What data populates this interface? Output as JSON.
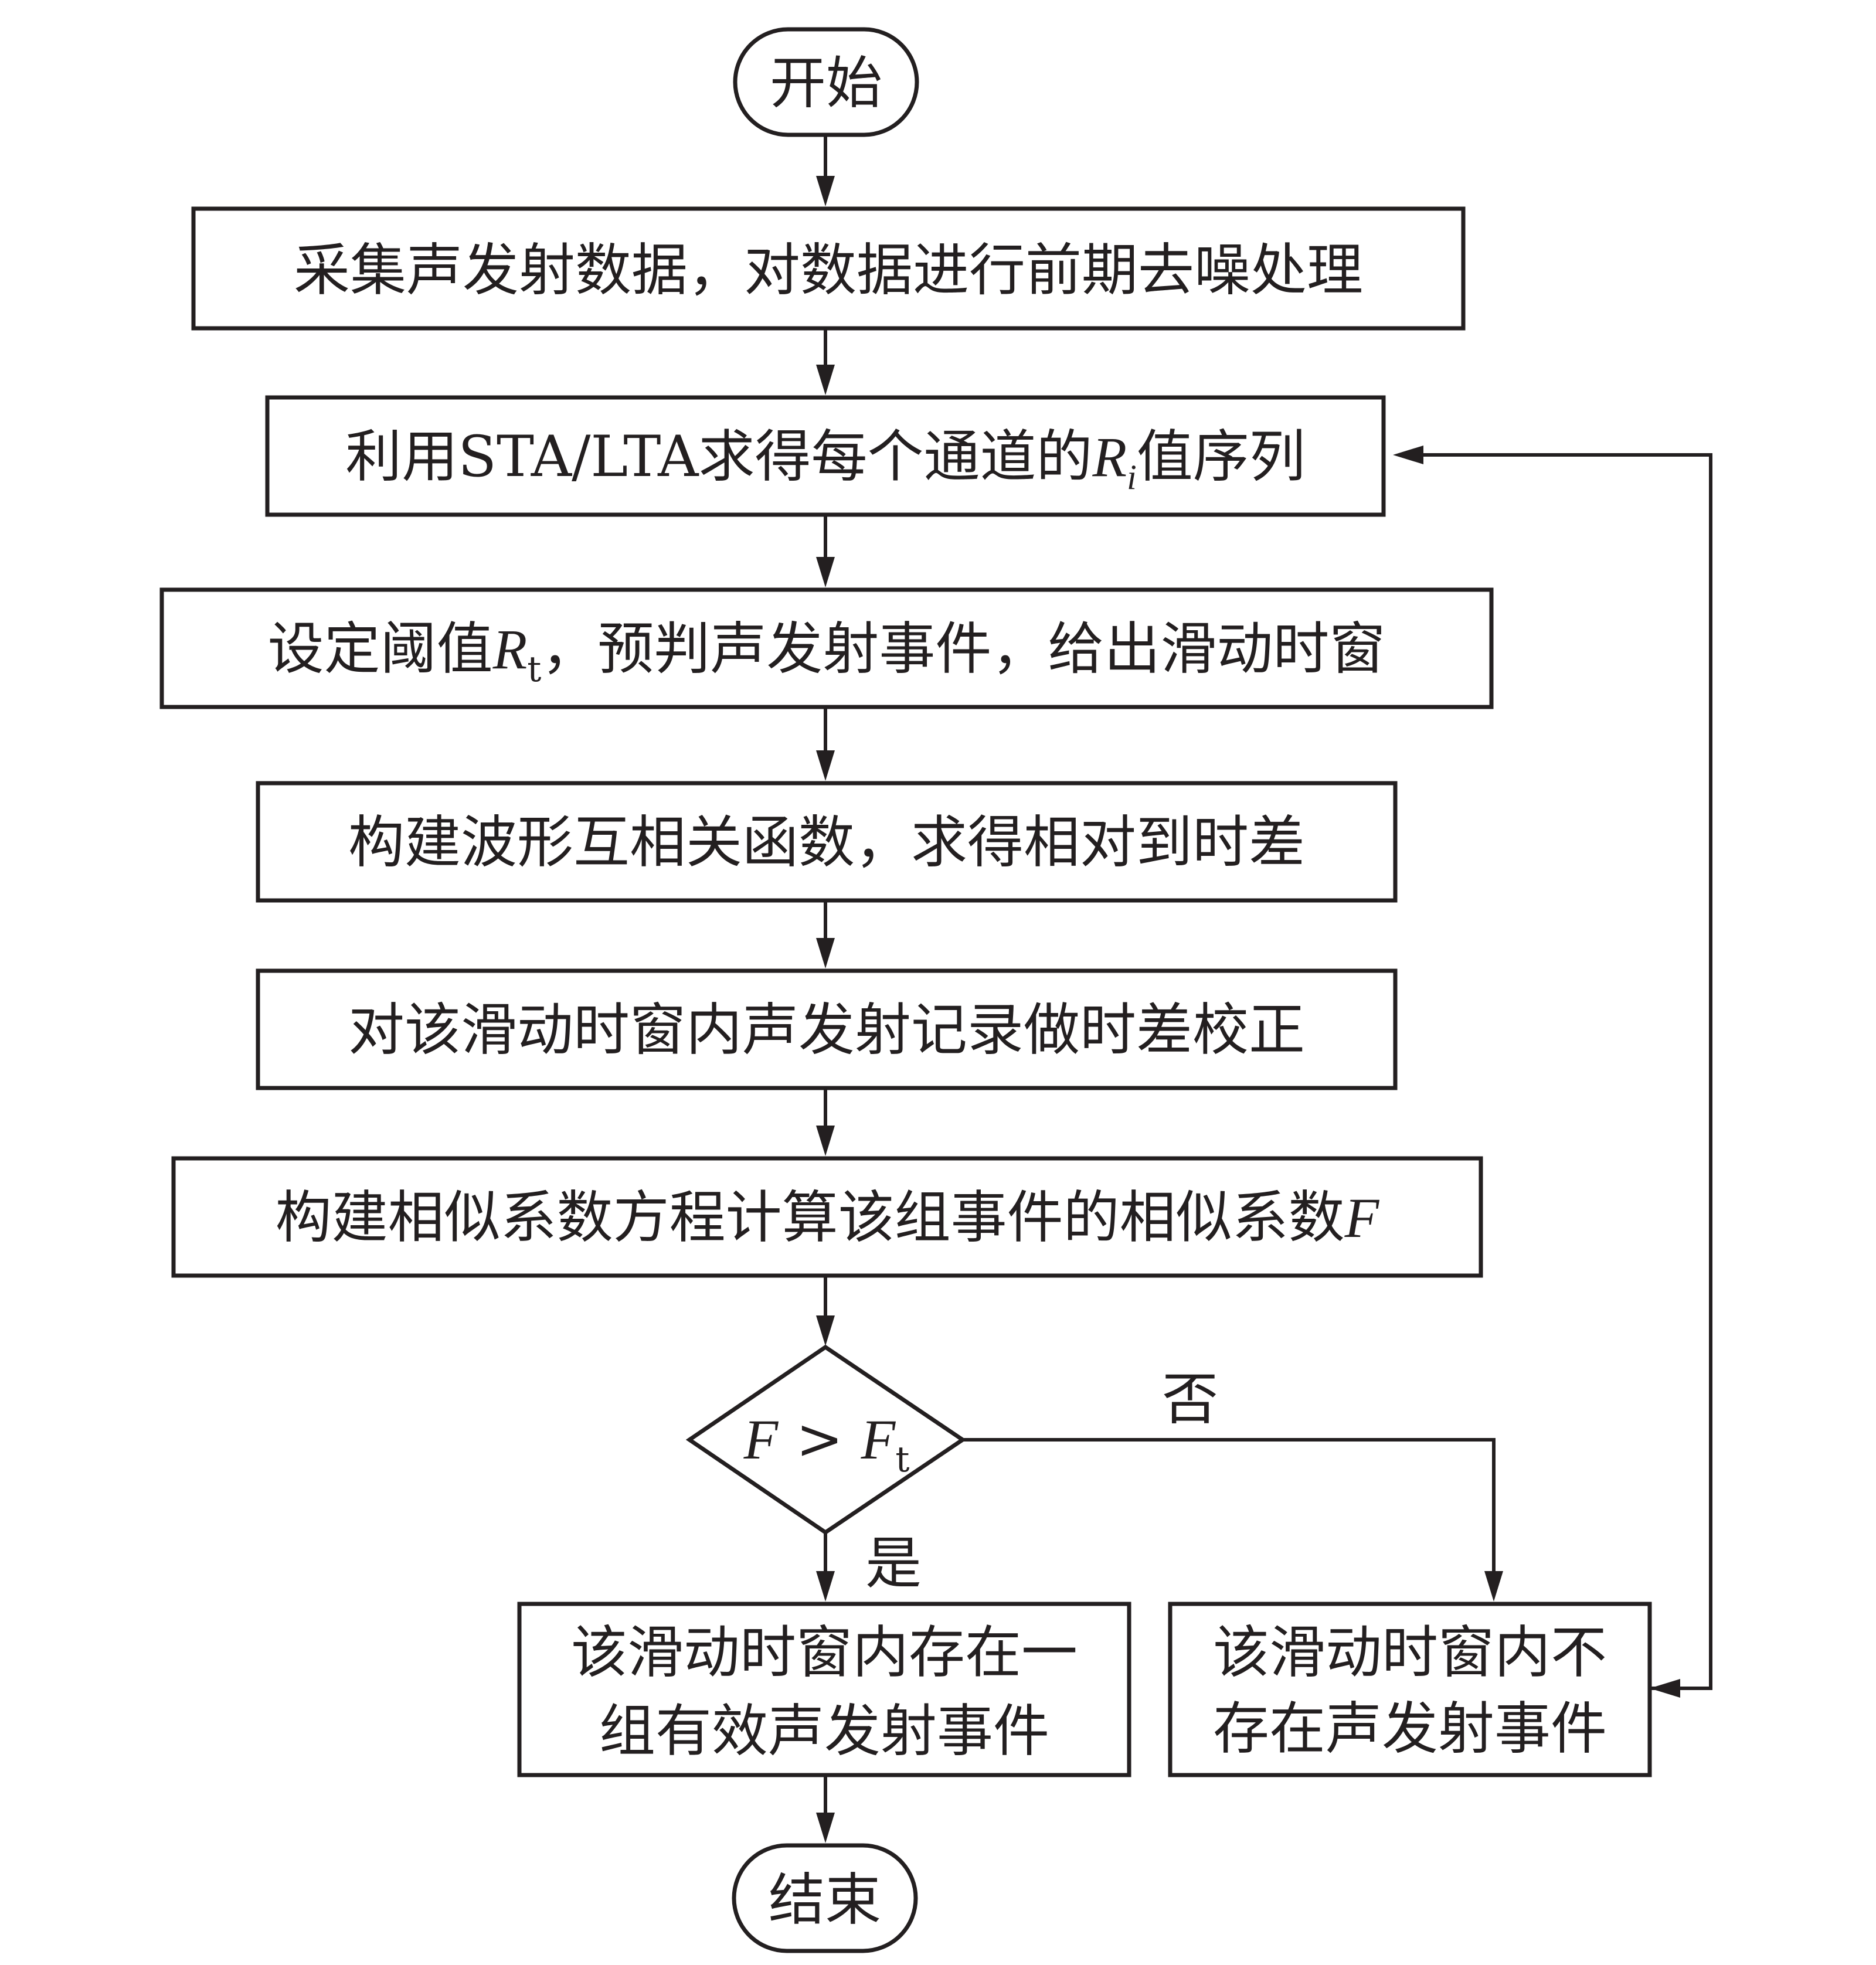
{
  "nodes": {
    "start": "开始",
    "collect": "采集声发射数据，对数据进行前期去噪处理",
    "sta_lta": {
      "prefix": "利用STA/LTA求得每个通道的",
      "var": "R",
      "sub": "i",
      "suffix": "值序列"
    },
    "threshold": {
      "prefix": "设定阈值",
      "var": "R",
      "sub": "t",
      "suffix": "，预判声发射事件，给出滑动时窗"
    },
    "correlate": "构建波形互相关函数，求得相对到时差",
    "correct": "对该滑动时窗内声发射记录做时差校正",
    "similarity": {
      "prefix": "构建相似系数方程计算该组事件的相似系数",
      "var": "F"
    },
    "decision": {
      "left": "F",
      "op": " > ",
      "right": "F",
      "sub": "t"
    },
    "valid_event": {
      "line1": "该滑动时窗内存在一",
      "line2": "组有效声发射事件"
    },
    "no_event": {
      "line1": "该滑动时窗内不",
      "line2": "存在声发射事件"
    },
    "end": "结束"
  },
  "edges": {
    "no_label": "否",
    "yes_label": "是"
  }
}
